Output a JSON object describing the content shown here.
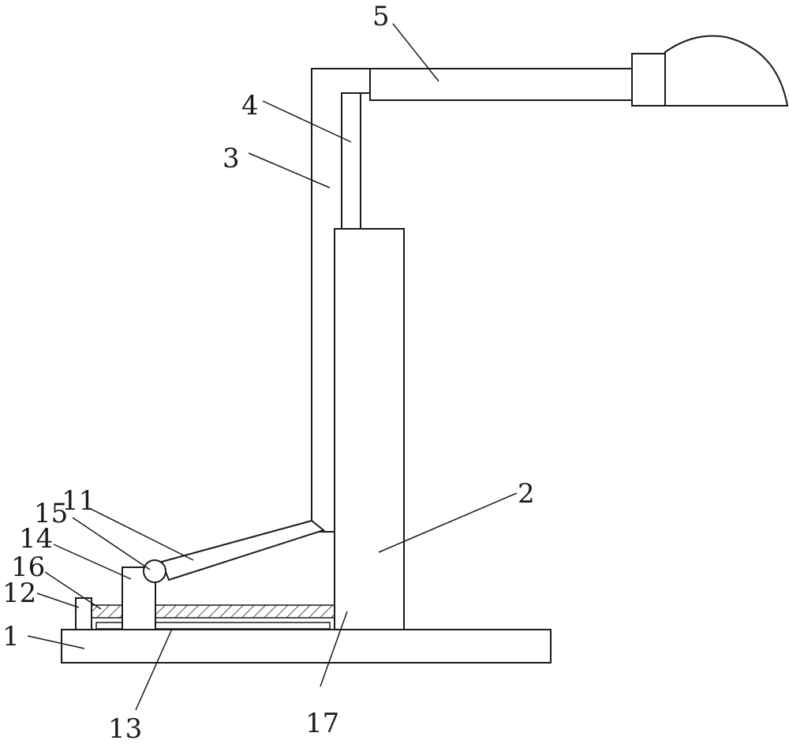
{
  "labels": {
    "l1": "1",
    "l2": "2",
    "l3": "3",
    "l4": "4",
    "l5": "5",
    "l11": "11",
    "l12": "12",
    "l13": "13",
    "l14": "14",
    "l15": "15",
    "l16": "16",
    "l17": "17"
  },
  "colors": {
    "line": "#1a1a1a",
    "background": "#ffffff"
  }
}
